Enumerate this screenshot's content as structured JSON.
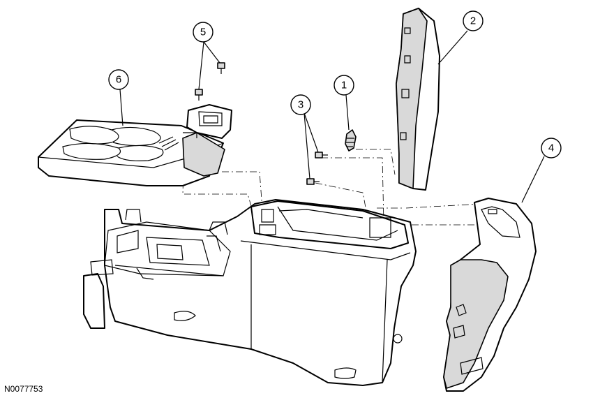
{
  "figure_id": "N0077753",
  "callouts": [
    {
      "id": "c1",
      "label": "1"
    },
    {
      "id": "c2",
      "label": "2"
    },
    {
      "id": "c3",
      "label": "3"
    },
    {
      "id": "c4",
      "label": "4"
    },
    {
      "id": "c5",
      "label": "5"
    },
    {
      "id": "c6",
      "label": "6"
    }
  ]
}
